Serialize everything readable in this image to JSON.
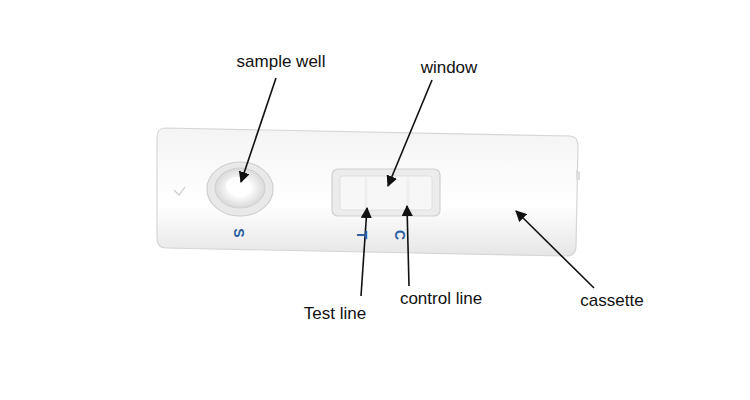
{
  "diagram": {
    "labels": [
      "sample well",
      "window",
      "S",
      "T",
      "C",
      "Test line",
      "control line",
      "cassette"
    ]
  }
}
